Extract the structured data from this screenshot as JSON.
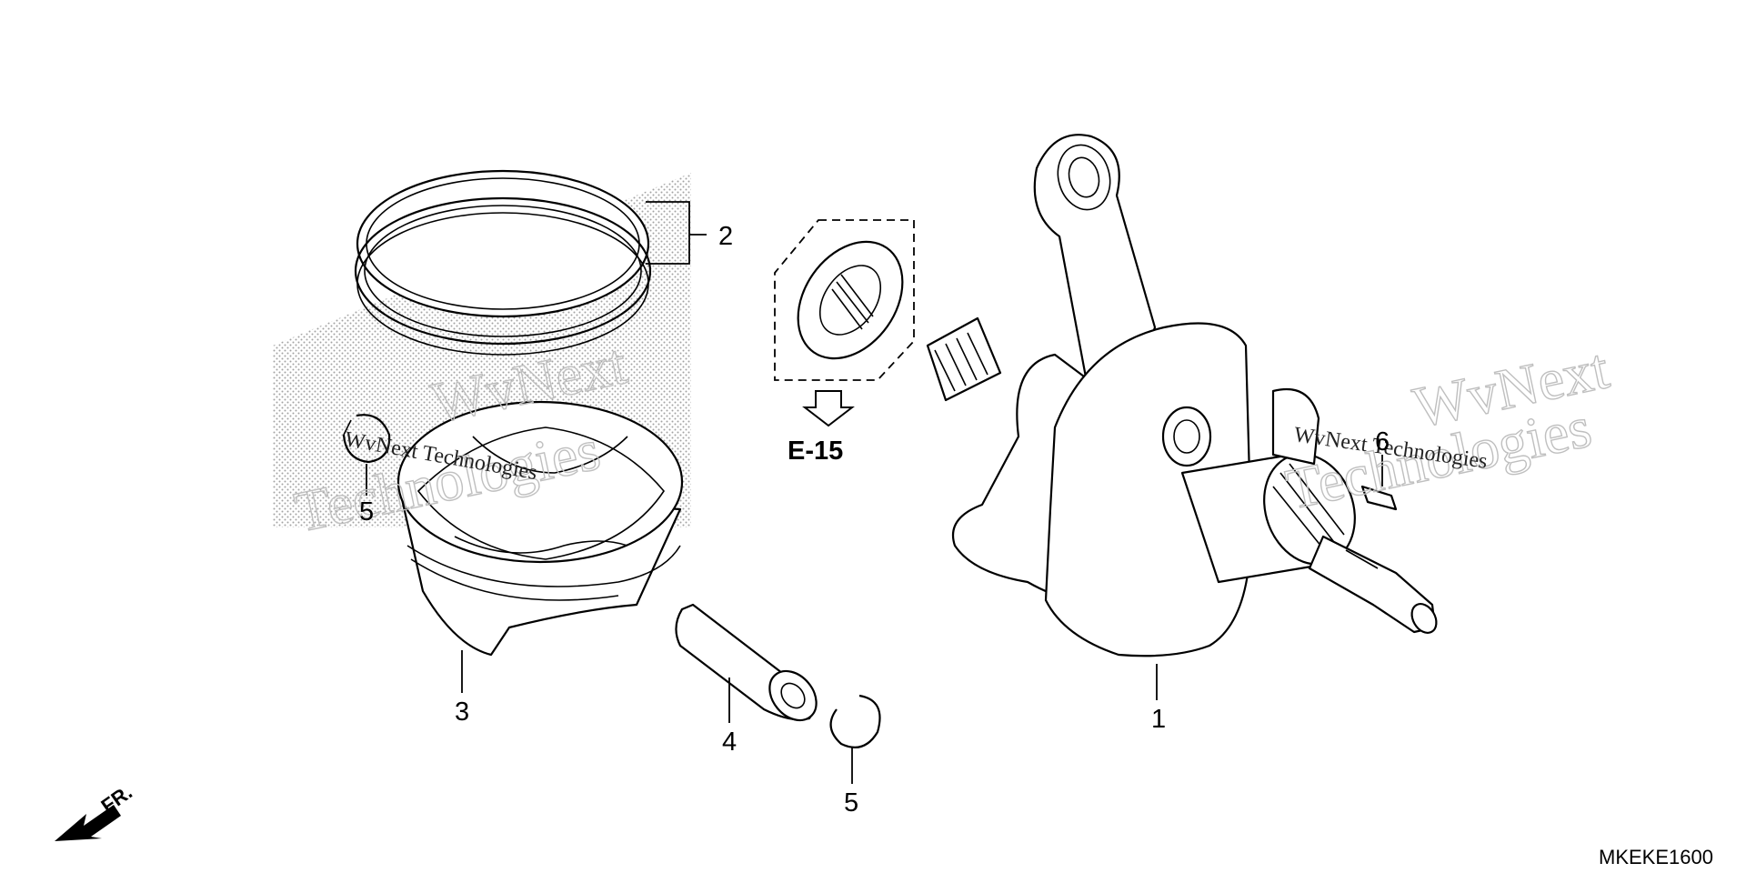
{
  "diagram": {
    "callouts": {
      "crankshaft": "1",
      "piston_rings": "2",
      "piston": "3",
      "piston_pin": "4",
      "clip_right": "5",
      "clip_left": "5",
      "key": "6"
    },
    "cross_reference": "E-15",
    "front_indicator": "FR.",
    "diagram_code": "MKEKE1600",
    "watermark": {
      "brand_top": "WvNext",
      "brand_bottom": "Technologies",
      "overlay_text": "WvNext Technologies"
    }
  }
}
